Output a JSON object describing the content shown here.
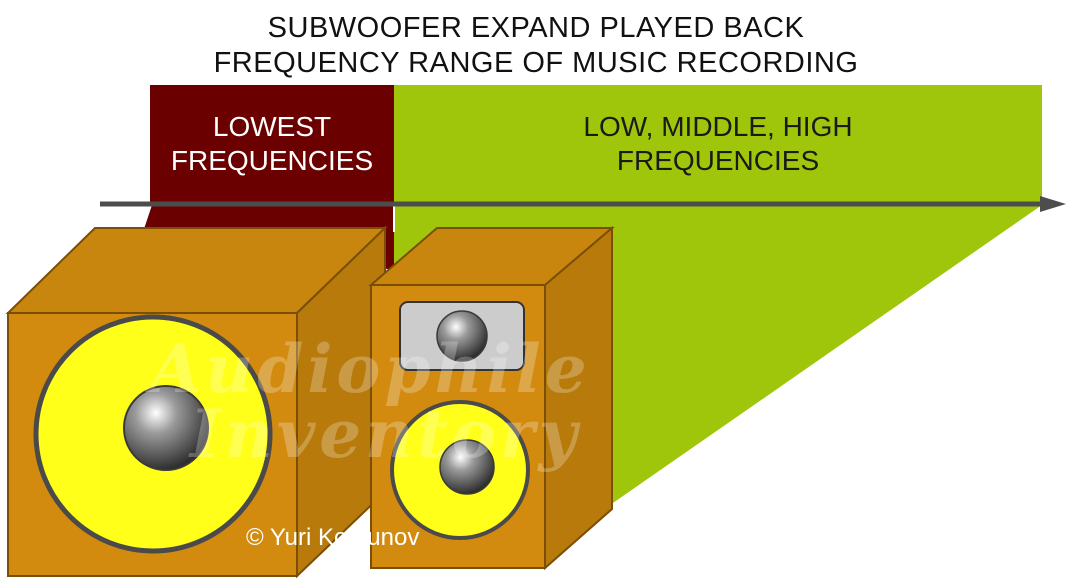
{
  "title": {
    "line1": "SUBWOOFER EXPAND PLAYED BACK",
    "line2": "FREQUENCY RANGE OF MUSIC RECORDING"
  },
  "bands": {
    "lowest": {
      "line1": "LOWEST",
      "line2": "FREQUENCIES"
    },
    "rest": {
      "line1": "LOW, MIDDLE, HIGH",
      "line2": "FREQUENCIES"
    }
  },
  "watermark": {
    "line1": "Audiophile",
    "line2": "Inventory"
  },
  "copyright": "© Yuri Korzunov",
  "colors": {
    "lowest_band": "#6b0000",
    "rest_band": "#9fc60b",
    "cabinet": "#c8860e",
    "woofer": "#ffff1a",
    "arrow": "#4d4d4d"
  }
}
